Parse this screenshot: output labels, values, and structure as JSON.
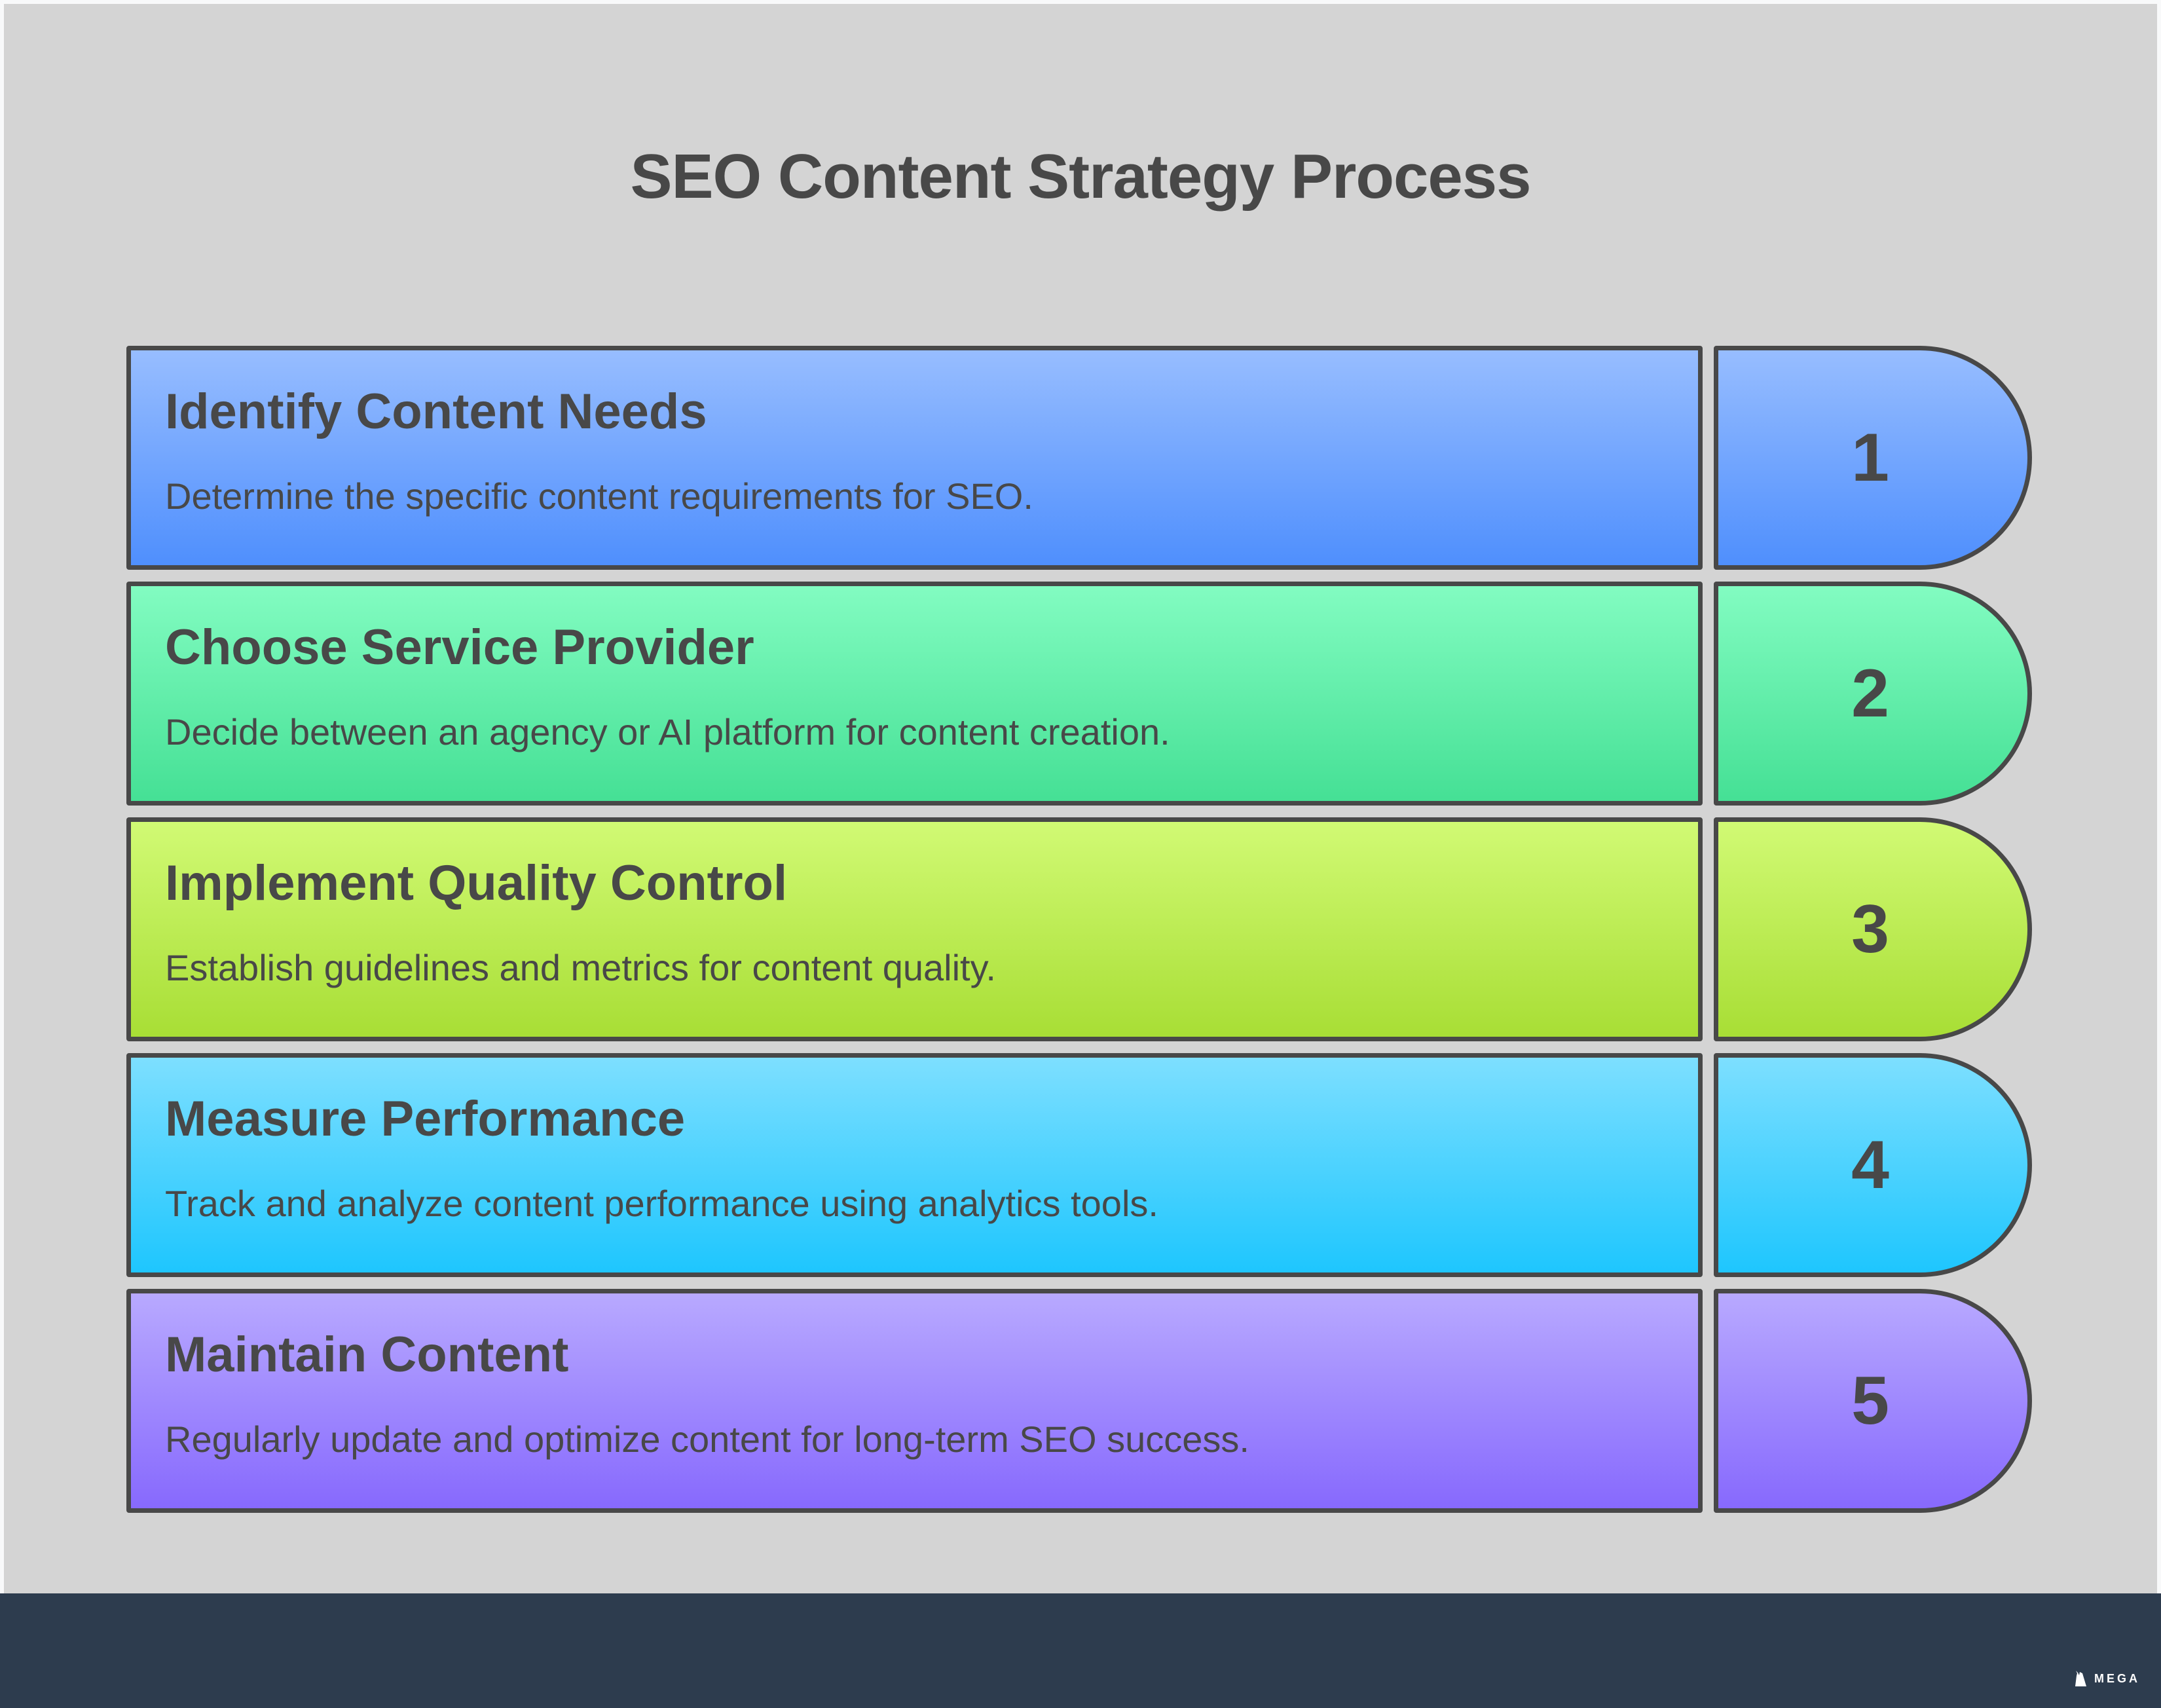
{
  "title": "SEO Content Strategy Process",
  "steps": [
    {
      "number": "1",
      "heading": "Identify Content Needs",
      "description": "Determine the specific content requirements for SEO.",
      "color_top": "#97bdff",
      "color_bottom": "#4f8ffd"
    },
    {
      "number": "2",
      "heading": "Choose Service Provider",
      "description": "Decide between an agency or AI platform for content creation.",
      "color_top": "#82fcc1",
      "color_bottom": "#45e095"
    },
    {
      "number": "3",
      "heading": "Implement Quality Control",
      "description": "Establish guidelines and metrics for content quality.",
      "color_top": "#d1fa74",
      "color_bottom": "#a8de35"
    },
    {
      "number": "4",
      "heading": "Measure Performance",
      "description": "Track and analyze content performance using analytics tools.",
      "color_top": "#7ddfff",
      "color_bottom": "#1ec6fe"
    },
    {
      "number": "5",
      "heading": "Maintain Content",
      "description": "Regularly update and optimize content for long-term SEO success.",
      "color_top": "#b8a9ff",
      "color_bottom": "#8769fd"
    }
  ],
  "footer": {
    "brand": "MEGA",
    "logo_icon": "wizard-icon"
  }
}
